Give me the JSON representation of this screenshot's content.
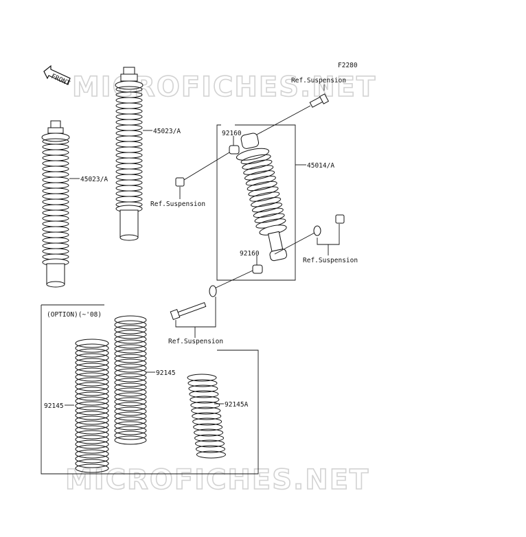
{
  "figure_code": "F2280",
  "front_marker": "FRONT",
  "watermark_top": "MICROFICHES.NET",
  "watermark_bottom": "MICROFICHES.NET",
  "option_label": "(OPTION)(~'08)",
  "parts": {
    "shock_front_a": "45023/A",
    "shock_front_b": "45023/A",
    "shock_rear": "45014/A",
    "bushing_upper": "92160",
    "bushing_lower": "92160",
    "spring_a": "92145",
    "spring_b": "92145",
    "spring_c": "92145A"
  },
  "refs": {
    "ref_top": "Ref.Suspension",
    "ref_left": "Ref.Suspension",
    "ref_right": "Ref.Suspension",
    "ref_bottom": "Ref.Suspension"
  },
  "colors": {
    "line": "#111111",
    "watermark": "#d2d2d2",
    "background": "#ffffff"
  }
}
